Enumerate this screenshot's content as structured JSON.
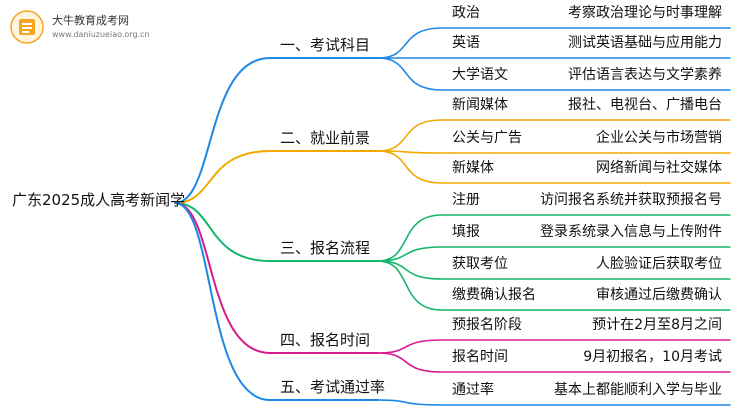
{
  "logo": {
    "name": "大牛教育成考网",
    "url": "www.daniuzueiao.org.cn"
  },
  "root": "广东2025成人高考新闻学",
  "colors": {
    "branch1": "#1e88e5",
    "branch2": "#f2a900",
    "branch3": "#12b76a",
    "branch4": "#d81b8c",
    "branch5": "#1e88e5"
  },
  "sections": [
    {
      "title": "一、考试科目",
      "items": [
        {
          "label": "政治",
          "desc": "考察政治理论与时事理解"
        },
        {
          "label": "英语",
          "desc": "测试英语基础与应用能力"
        },
        {
          "label": "大学语文",
          "desc": "评估语言表达与文学素养"
        }
      ]
    },
    {
      "title": "二、就业前景",
      "items": [
        {
          "label": "新闻媒体",
          "desc": "报社、电视台、广播电台"
        },
        {
          "label": "公关与广告",
          "desc": "企业公关与市场营销"
        },
        {
          "label": "新媒体",
          "desc": "网络新闻与社交媒体"
        }
      ]
    },
    {
      "title": "三、报名流程",
      "items": [
        {
          "label": "注册",
          "desc": "访问报名系统并获取预报名号"
        },
        {
          "label": "填报",
          "desc": "登录系统录入信息与上传附件"
        },
        {
          "label": "获取考位",
          "desc": "人脸验证后获取考位"
        },
        {
          "label": "缴费确认报名",
          "desc": "审核通过后缴费确认"
        }
      ]
    },
    {
      "title": "四、报名时间",
      "items": [
        {
          "label": "预报名阶段",
          "desc": "预计在2月至8月之间"
        },
        {
          "label": "报名时间",
          "desc": "9月初报名，10月考试"
        }
      ]
    },
    {
      "title": "五、考试通过率",
      "items": [
        {
          "label": "通过率",
          "desc": "基本上都能顺利入学与毕业"
        }
      ]
    }
  ]
}
